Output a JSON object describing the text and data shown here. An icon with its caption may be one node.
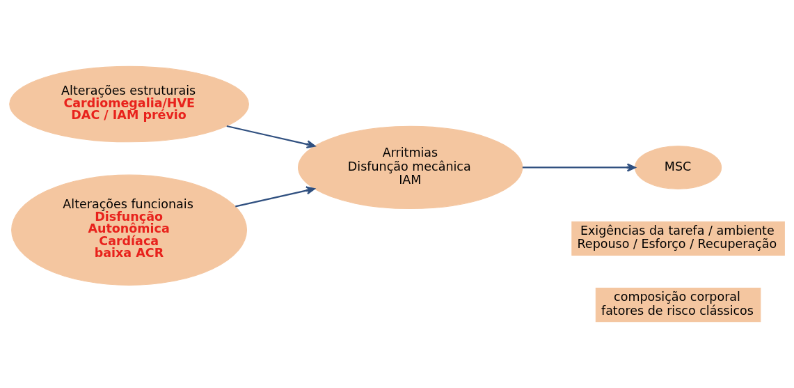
{
  "diagram": {
    "nodes": [
      {
        "text": [
          "Alterações estruturais",
          "Cardiomegalia/HVE",
          "DAC / IAM prévio"
        ]
      },
      {
        "text": [
          "Alterações funcionais",
          "Disfunção Autonômica Cardíaca",
          "baixa ACR"
        ]
      },
      {
        "text": [
          "Arritmias",
          "Disfunção mecânica",
          "IAM"
        ]
      },
      {
        "text": [
          "MSC"
        ]
      },
      {
        "text": [
          "Exigências da tarefa / ambiente",
          "Repouso / Esforço / Recuperação"
        ]
      },
      {
        "text": [
          "composição corporal",
          "fatores de risco clássicos"
        ]
      }
    ],
    "edges": [
      {
        "from": 0,
        "to": 2,
        "arrow": "to"
      },
      {
        "from": 1,
        "to": 2,
        "arrow": "to"
      },
      {
        "from": 2,
        "to": 3,
        "arrow": "to"
      }
    ]
  }
}
